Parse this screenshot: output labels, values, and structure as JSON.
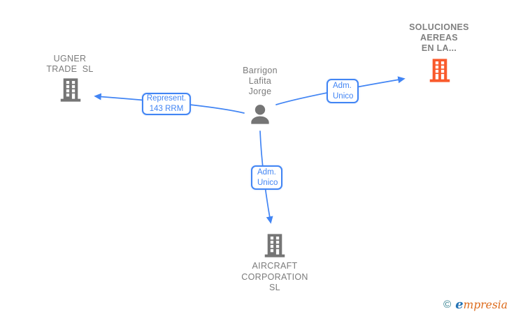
{
  "diagram": {
    "person": {
      "name_lines": [
        "Barrigon",
        "Lafita",
        "Jorge"
      ]
    },
    "companies": [
      {
        "name_lines": [
          "UGNER",
          "TRADE  SL"
        ],
        "highlighted": false
      },
      {
        "name_lines": [
          "SOLUCIONES",
          "AEREAS",
          "EN LA..."
        ],
        "highlighted": true
      },
      {
        "name_lines": [
          "AIRCRAFT",
          "CORPORATION",
          "SL"
        ],
        "highlighted": false
      }
    ],
    "edges": [
      {
        "from": "Barrigon Lafita Jorge",
        "to": "UGNER TRADE SL",
        "label_lines": [
          "Represent.",
          "143 RRM"
        ]
      },
      {
        "from": "Barrigon Lafita Jorge",
        "to": "SOLUCIONES AEREAS EN LA...",
        "label_lines": [
          "Adm.",
          "Unico"
        ]
      },
      {
        "from": "Barrigon Lafita Jorge",
        "to": "AIRCRAFT CORPORATION SL",
        "label_lines": [
          "Adm.",
          "Unico"
        ]
      }
    ],
    "colors": {
      "edge_blue": "#4285F4",
      "icon_gray": "#757575",
      "text_gray": "#7b7b7b",
      "highlight_orange": "#F95A2C",
      "logo_teal": "#2E7D8C",
      "logo_blue": "#2473B5",
      "logo_orange": "#DD6A1A"
    },
    "footer": {
      "copyright_symbol": "©",
      "brand_first_letter": "e",
      "brand_rest": "mpresia"
    }
  }
}
